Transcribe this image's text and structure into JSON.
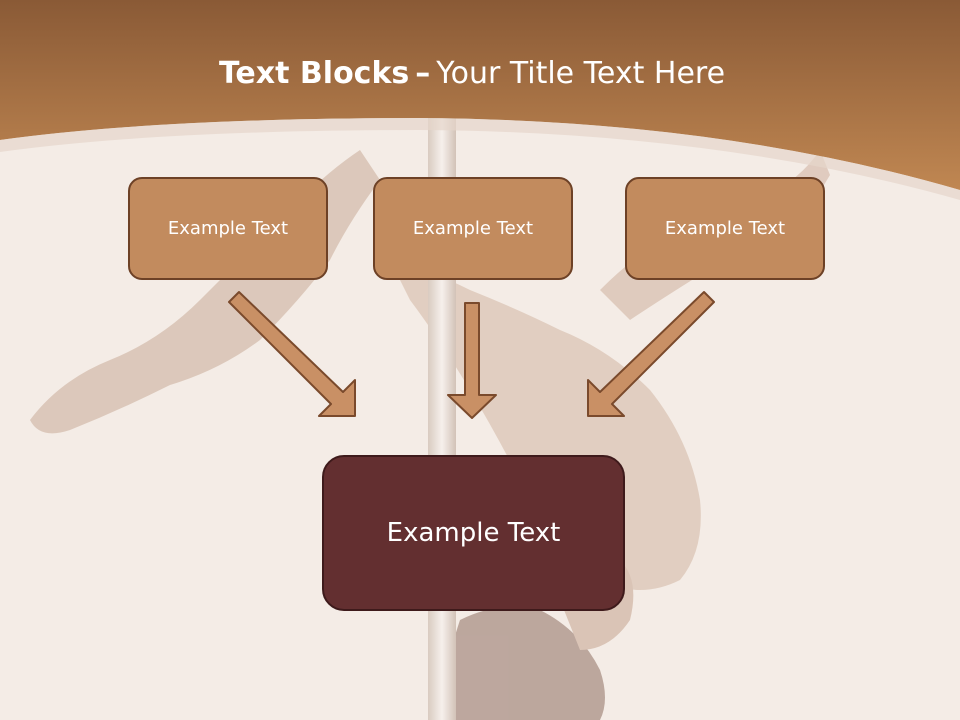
{
  "slide": {
    "title_bold": "Text Blocks",
    "title_separator": "–",
    "title_rest": "Your Title Text Here",
    "boxes": [
      {
        "label": "Example Text"
      },
      {
        "label": "Example Text"
      },
      {
        "label": "Example Text"
      }
    ],
    "main_box": {
      "label": "Example Text"
    }
  },
  "colors": {
    "header_brown": "#b87a4b",
    "box_fill": "#c28b5e",
    "box_border": "#6d4126",
    "main_box_fill": "#632f30",
    "arrow_fill": "#c99065",
    "arrow_stroke": "#7a4a2c"
  },
  "background": {
    "image": "faded pole dancer photo"
  }
}
